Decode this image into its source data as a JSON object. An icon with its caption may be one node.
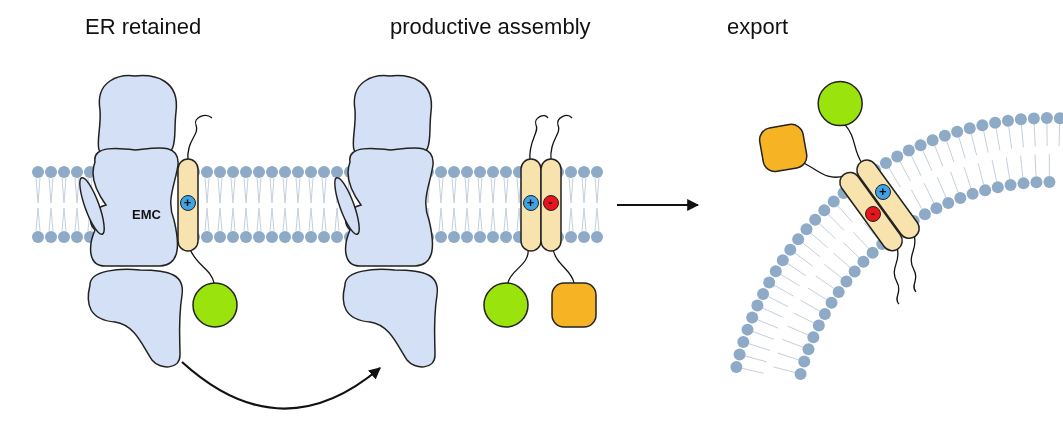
{
  "diagram": {
    "nodes": [
      {
        "text": [
          "ER retained"
        ]
      },
      {
        "text": [
          "EMC"
        ],
        "in": 0
      },
      {
        "text": [
          "+"
        ],
        "in": 0
      },
      {
        "text": [
          "productive assembly"
        ]
      },
      {
        "text": [],
        "shape": "picture",
        "in": 3
      },
      {
        "text": [
          "+"
        ],
        "in": 3
      },
      {
        "text": [
          "-"
        ],
        "in": 3
      },
      {
        "text": [
          "export"
        ]
      },
      {
        "text": [
          "-"
        ],
        "in": 7
      },
      {
        "text": [
          "+"
        ],
        "in": 7
      }
    ],
    "edges": [
      {
        "from": 1,
        "to": 4,
        "arrow": "to"
      },
      {
        "from": 3,
        "to": 7,
        "arrow": "to"
      }
    ]
  }
}
